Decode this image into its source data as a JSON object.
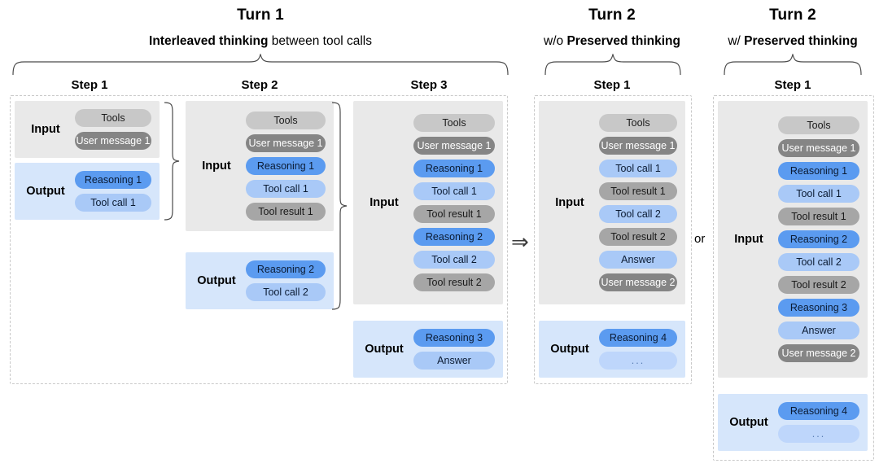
{
  "figure": {
    "title": "Interleaved thinking and preserved thinking across turns",
    "connector_arrow": "⇒",
    "connector_or": "or",
    "colors": {
      "input_panel": "#e9e9e9",
      "output_panel": "#d6e6fb",
      "tools_chip": "#c8c8c8",
      "user_message_chip": "#858585",
      "tool_result_chip": "#a6a6a6",
      "reasoning_chip": "#5b9bf0",
      "tool_call_chip": "#a9c9f7",
      "answer_chip": "#a9c9f7",
      "ellipsis_chip": "#bed6fb",
      "dashed_border": "#c9c9c9"
    },
    "labels": {
      "input": "Input",
      "output": "Output"
    }
  },
  "turns": [
    {
      "title": "Turn 1",
      "subtitle_bold": "Interleaved thinking",
      "subtitle_rest": " between tool calls",
      "steps": [
        {
          "label": "Step 1",
          "input": [
            {
              "text": "Tools",
              "kind": "tools"
            },
            {
              "text": "User message 1",
              "kind": "user"
            }
          ],
          "output": [
            {
              "text": "Reasoning 1",
              "kind": "reasoning"
            },
            {
              "text": "Tool call 1",
              "kind": "toolcall"
            }
          ]
        },
        {
          "label": "Step 2",
          "input": [
            {
              "text": "Tools",
              "kind": "tools"
            },
            {
              "text": "User message 1",
              "kind": "user"
            },
            {
              "text": "Reasoning 1",
              "kind": "reasoning"
            },
            {
              "text": "Tool call 1",
              "kind": "toolcall"
            },
            {
              "text": "Tool result 1",
              "kind": "toolresult"
            }
          ],
          "output": [
            {
              "text": "Reasoning 2",
              "kind": "reasoning"
            },
            {
              "text": "Tool call 2",
              "kind": "toolcall"
            }
          ]
        },
        {
          "label": "Step 3",
          "input": [
            {
              "text": "Tools",
              "kind": "tools"
            },
            {
              "text": "User message 1",
              "kind": "user"
            },
            {
              "text": "Reasoning 1",
              "kind": "reasoning"
            },
            {
              "text": "Tool call 1",
              "kind": "toolcall"
            },
            {
              "text": "Tool result 1",
              "kind": "toolresult"
            },
            {
              "text": "Reasoning 2",
              "kind": "reasoning"
            },
            {
              "text": "Tool call 2",
              "kind": "toolcall"
            },
            {
              "text": "Tool result 2",
              "kind": "toolresult"
            }
          ],
          "output": [
            {
              "text": "Reasoning 3",
              "kind": "reasoning"
            },
            {
              "text": "Answer",
              "kind": "answer"
            }
          ]
        }
      ]
    },
    {
      "title": "Turn 2",
      "subtitle_bold": "Preserved thinking",
      "subtitle_prefix": "w/o ",
      "steps": [
        {
          "label": "Step 1",
          "input": [
            {
              "text": "Tools",
              "kind": "tools"
            },
            {
              "text": "User message 1",
              "kind": "user"
            },
            {
              "text": "Tool call 1",
              "kind": "toolcall"
            },
            {
              "text": "Tool result 1",
              "kind": "toolresult"
            },
            {
              "text": "Tool call 2",
              "kind": "toolcall"
            },
            {
              "text": "Tool result 2",
              "kind": "toolresult"
            },
            {
              "text": "Answer",
              "kind": "answer"
            },
            {
              "text": "User message 2",
              "kind": "user"
            }
          ],
          "output": [
            {
              "text": "Reasoning 4",
              "kind": "reasoning"
            },
            {
              "text": "...",
              "kind": "ellipsis"
            }
          ]
        }
      ]
    },
    {
      "title": "Turn 2",
      "subtitle_bold": "Preserved thinking",
      "subtitle_prefix": "w/ ",
      "steps": [
        {
          "label": "Step 1",
          "input": [
            {
              "text": "Tools",
              "kind": "tools"
            },
            {
              "text": "User message 1",
              "kind": "user"
            },
            {
              "text": "Reasoning 1",
              "kind": "reasoning"
            },
            {
              "text": "Tool call 1",
              "kind": "toolcall"
            },
            {
              "text": "Tool result 1",
              "kind": "toolresult"
            },
            {
              "text": "Reasoning 2",
              "kind": "reasoning"
            },
            {
              "text": "Tool call 2",
              "kind": "toolcall"
            },
            {
              "text": "Tool result 2",
              "kind": "toolresult"
            },
            {
              "text": "Reasoning 3",
              "kind": "reasoning"
            },
            {
              "text": "Answer",
              "kind": "answer"
            },
            {
              "text": "User message 2",
              "kind": "user"
            }
          ],
          "output": [
            {
              "text": "Reasoning 4",
              "kind": "reasoning"
            },
            {
              "text": "...",
              "kind": "ellipsis"
            }
          ]
        }
      ]
    }
  ]
}
